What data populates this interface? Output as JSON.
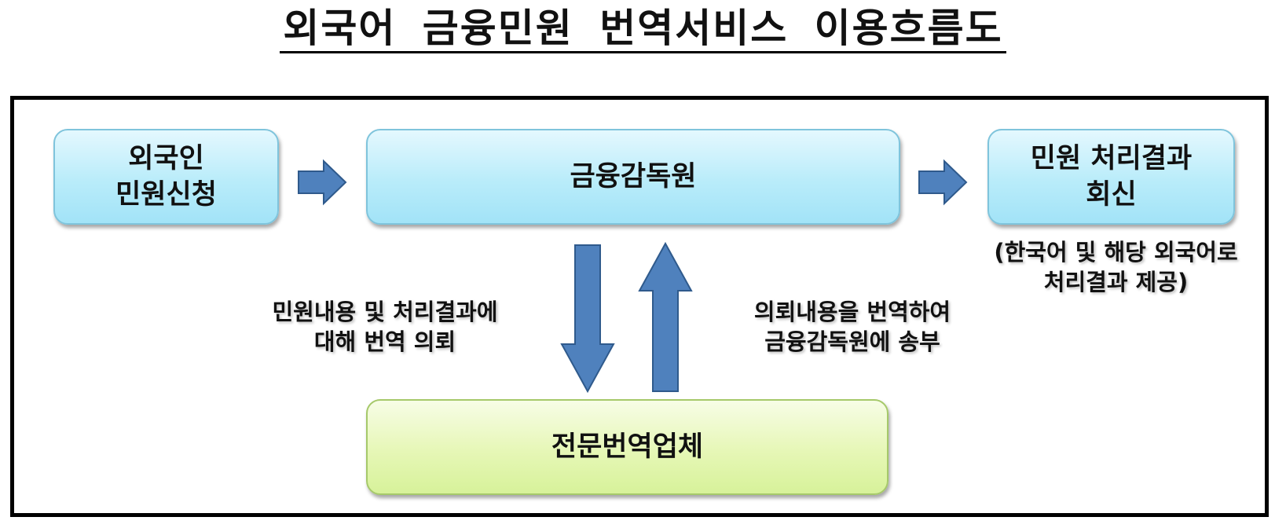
{
  "title": "외국어 금융민원 번역서비스 이용흐름도",
  "nodes": {
    "foreigner": "외국인\n민원신청",
    "fss": "금융감독원",
    "result": "민원 처리결과\n회신",
    "agency": "전문번역업체"
  },
  "notes": {
    "result_note": "(한국어 및 해당 외국어로\n처리결과 제공)",
    "request_note": "민원내용 및 처리결과에\n대해 번역 의뢰",
    "return_note": "의뢰내용을 번역하여\n금융감독원에 송부"
  },
  "colors": {
    "box_blue": "#b9ecfa",
    "box_green": "#e6f7b6",
    "arrow_fill": "#4f81bd",
    "arrow_stroke": "#2f5a8c"
  }
}
